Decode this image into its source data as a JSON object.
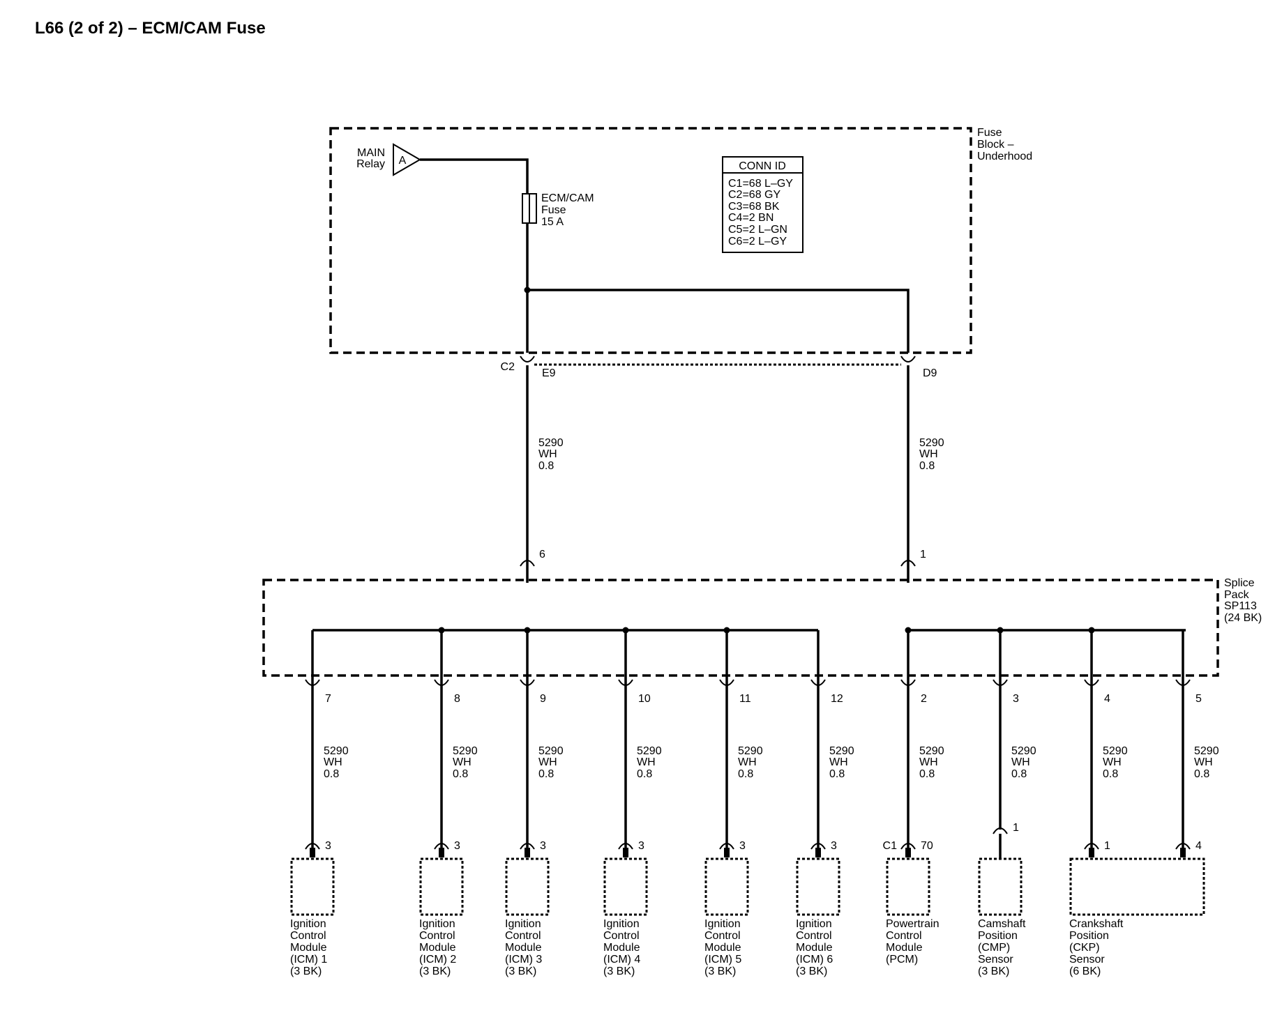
{
  "title": "L66 (2 of 2) – ECM/CAM Fuse",
  "main_relay": {
    "label_line1": "MAIN",
    "label_line2": "Relay",
    "marker": "A"
  },
  "fuse": {
    "line1": "ECM/CAM",
    "line2": "Fuse",
    "line3": "15 A"
  },
  "conn_id": {
    "header": "CONN ID",
    "rows": [
      "C1=68 L–GY",
      "C2=68 GY",
      "C3=68 BK",
      "C4=2 BN",
      "C5=2 L–GN",
      "C6=2 L–GY"
    ]
  },
  "fuse_block": {
    "line1": "Fuse",
    "line2": "Block –",
    "line3": "Underhood"
  },
  "splice_pack": {
    "line1": "Splice",
    "line2": "Pack",
    "line3": "SP113",
    "line4": "(24 BK)"
  },
  "fuse_block_connectors": {
    "connector": "C2",
    "left_pin": "E9",
    "right_pin": "D9"
  },
  "upper_wires": [
    {
      "circuit": "5290",
      "color": "WH",
      "size": "0.8"
    },
    {
      "circuit": "5290",
      "color": "WH",
      "size": "0.8"
    }
  ],
  "splice_inputs": [
    "6",
    "1"
  ],
  "branches": [
    {
      "splice_pin": "7",
      "circuit": "5290",
      "color": "WH",
      "size": "0.8",
      "comp_connector": "",
      "comp_pin": "3",
      "component": [
        "Ignition",
        "Control",
        "Module",
        "(ICM) 1",
        "(3 BK)"
      ]
    },
    {
      "splice_pin": "8",
      "circuit": "5290",
      "color": "WH",
      "size": "0.8",
      "comp_connector": "",
      "comp_pin": "3",
      "component": [
        "Ignition",
        "Control",
        "Module",
        "(ICM) 2",
        "(3 BK)"
      ]
    },
    {
      "splice_pin": "9",
      "circuit": "5290",
      "color": "WH",
      "size": "0.8",
      "comp_connector": "",
      "comp_pin": "3",
      "component": [
        "Ignition",
        "Control",
        "Module",
        "(ICM) 3",
        "(3 BK)"
      ]
    },
    {
      "splice_pin": "10",
      "circuit": "5290",
      "color": "WH",
      "size": "0.8",
      "comp_connector": "",
      "comp_pin": "3",
      "component": [
        "Ignition",
        "Control",
        "Module",
        "(ICM) 4",
        "(3 BK)"
      ]
    },
    {
      "splice_pin": "11",
      "circuit": "5290",
      "color": "WH",
      "size": "0.8",
      "comp_connector": "",
      "comp_pin": "3",
      "component": [
        "Ignition",
        "Control",
        "Module",
        "(ICM) 5",
        "(3 BK)"
      ]
    },
    {
      "splice_pin": "12",
      "circuit": "5290",
      "color": "WH",
      "size": "0.8",
      "comp_connector": "",
      "comp_pin": "3",
      "component": [
        "Ignition",
        "Control",
        "Module",
        "(ICM) 6",
        "(3 BK)"
      ]
    },
    {
      "splice_pin": "2",
      "circuit": "5290",
      "color": "WH",
      "size": "0.8",
      "comp_connector": "C1",
      "comp_pin": "70",
      "component": [
        "Powertrain",
        "Control",
        "Module",
        "(PCM)",
        ""
      ]
    },
    {
      "splice_pin": "3",
      "circuit": "5290",
      "color": "WH",
      "size": "0.8",
      "comp_connector": "",
      "comp_pin": "1",
      "component": [
        "Camshaft",
        "Position",
        "(CMP)",
        "Sensor",
        "(3 BK)"
      ]
    },
    {
      "splice_pin": "4",
      "circuit": "5290",
      "color": "WH",
      "size": "0.8",
      "comp_connector": "",
      "comp_pin": "1",
      "component": [
        "Crankshaft",
        "Position",
        "(CKP)",
        "Sensor",
        "(6 BK)"
      ]
    },
    {
      "splice_pin": "5",
      "circuit": "5290",
      "color": "WH",
      "size": "0.8",
      "comp_connector": "",
      "comp_pin": "4",
      "component": []
    }
  ]
}
